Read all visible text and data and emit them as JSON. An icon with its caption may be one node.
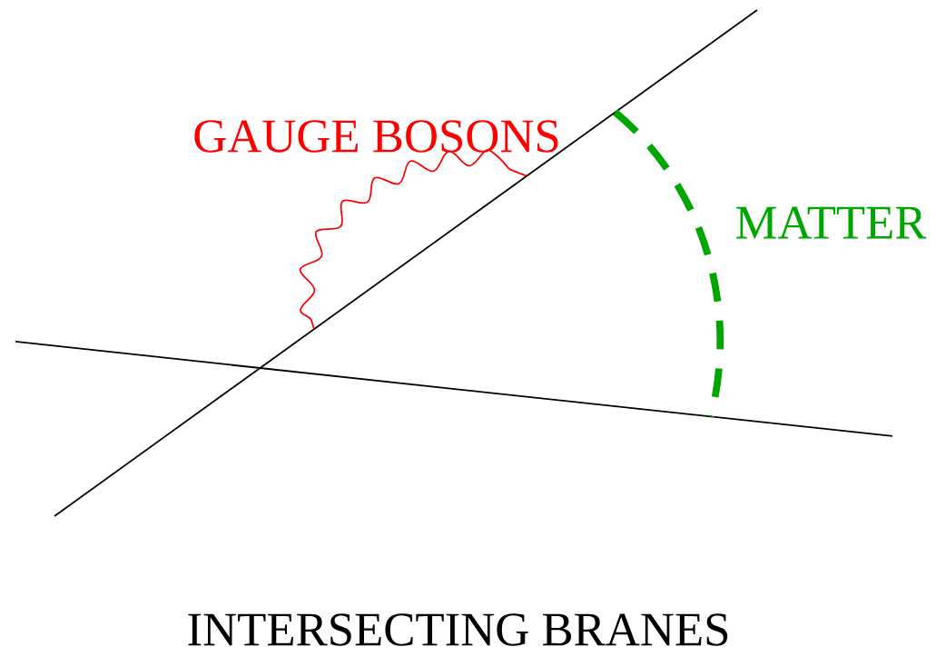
{
  "diagram": {
    "caption": "INTERSECTING BRANES",
    "nodes": [
      {
        "text": [],
        "shape": "line"
      },
      {
        "text": [],
        "shape": "line"
      }
    ],
    "edges": [
      {
        "from": 0,
        "to": 0,
        "arrow": "none",
        "label": "GAUGE BOSONS",
        "color": "#ff0000"
      },
      {
        "from": 0,
        "to": 1,
        "arrow": "none",
        "label": "MATTER",
        "style": "dashed",
        "color": "#00a600"
      }
    ]
  }
}
